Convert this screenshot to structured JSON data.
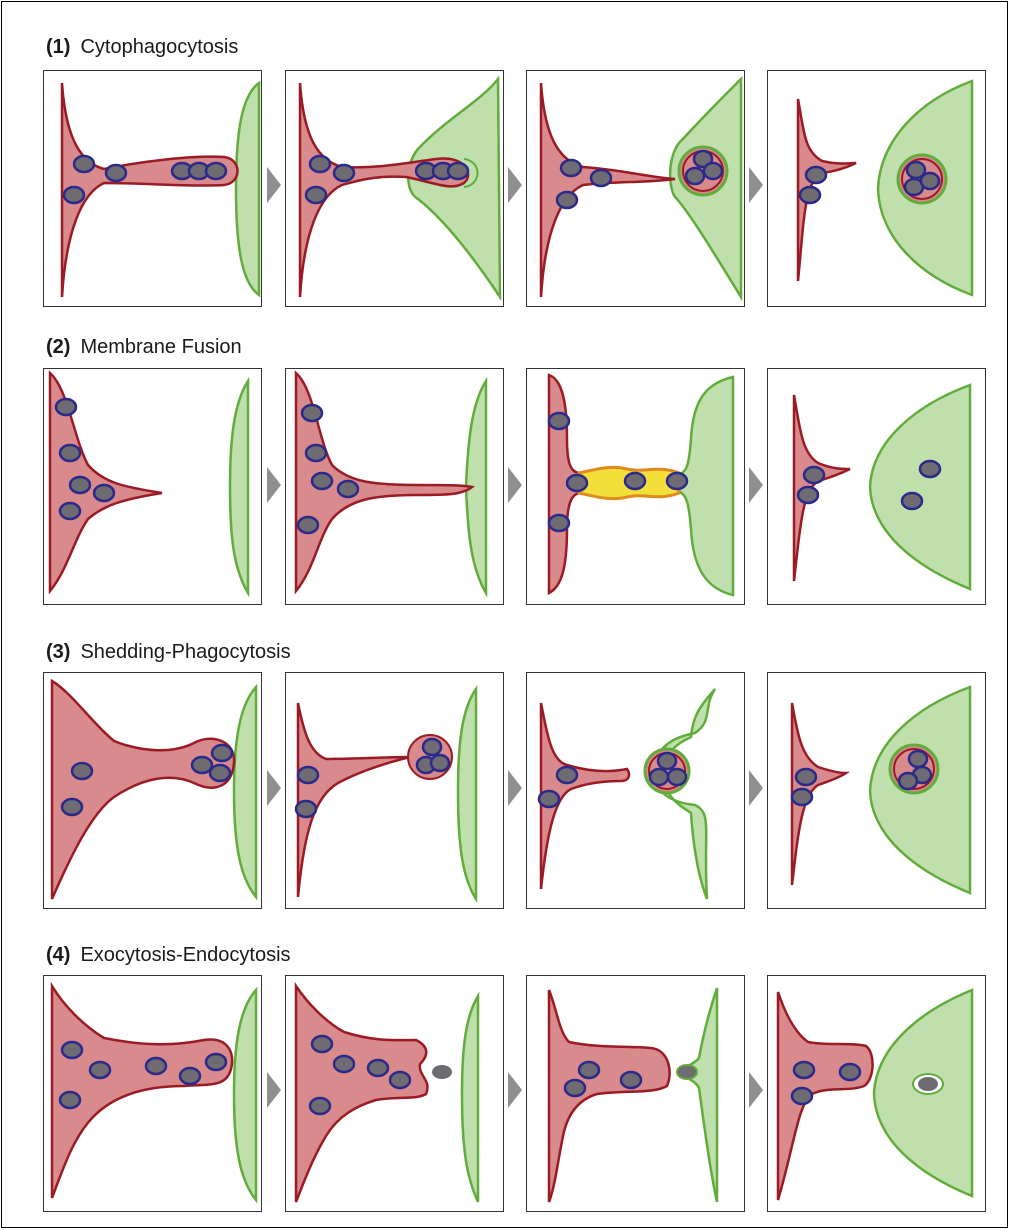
{
  "colors": {
    "donor_fill": "#d98a8d",
    "donor_stroke": "#9b1b25",
    "acceptor_fill": "#bfe0ad",
    "acceptor_stroke": "#62ac3b",
    "organelle_fill": "#6e6b72",
    "organelle_stroke": "#2b2a8a",
    "bridge_fill": "#f2df3a",
    "bridge_stroke": "#e08a1e",
    "arrow": "#8f8f8f"
  },
  "rows": [
    {
      "number": "(1)",
      "title": "Cytophagocytosis"
    },
    {
      "number": "(2)",
      "title": "Membrane Fusion"
    },
    {
      "number": "(3)",
      "title": "Shedding-Phagocytosis"
    },
    {
      "number": "(4)",
      "title": "Exocytosis-Endocytosis"
    }
  ]
}
